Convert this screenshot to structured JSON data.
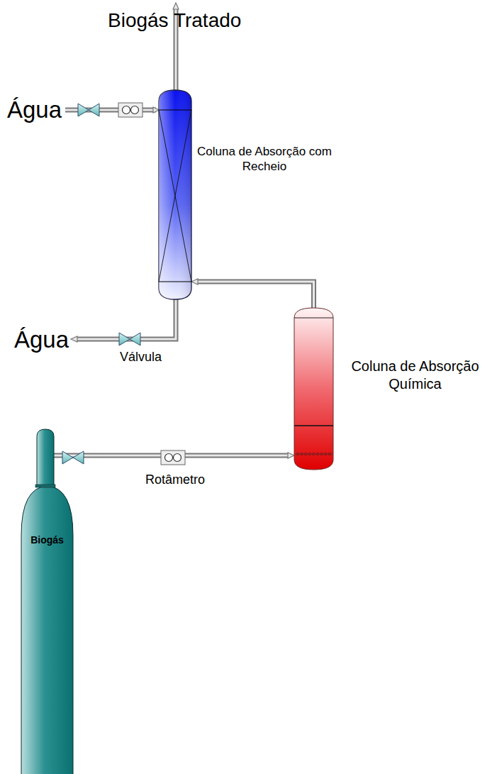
{
  "diagram": {
    "nodes": [
      {
        "text": [
          "Coluna de Absorção com Recheio"
        ]
      },
      {
        "text": [
          "Coluna de Absorção Química"
        ]
      },
      {
        "text": [
          "Biogás"
        ]
      }
    ],
    "edges": [
      {
        "from": 2,
        "to": 1,
        "arrow": "to"
      },
      {
        "from": 1,
        "to": 0,
        "arrow": "to"
      }
    ],
    "labels": [
      "Biogás Tratado",
      "Água",
      "Água",
      "Válvula",
      "Rotâmetro"
    ]
  }
}
